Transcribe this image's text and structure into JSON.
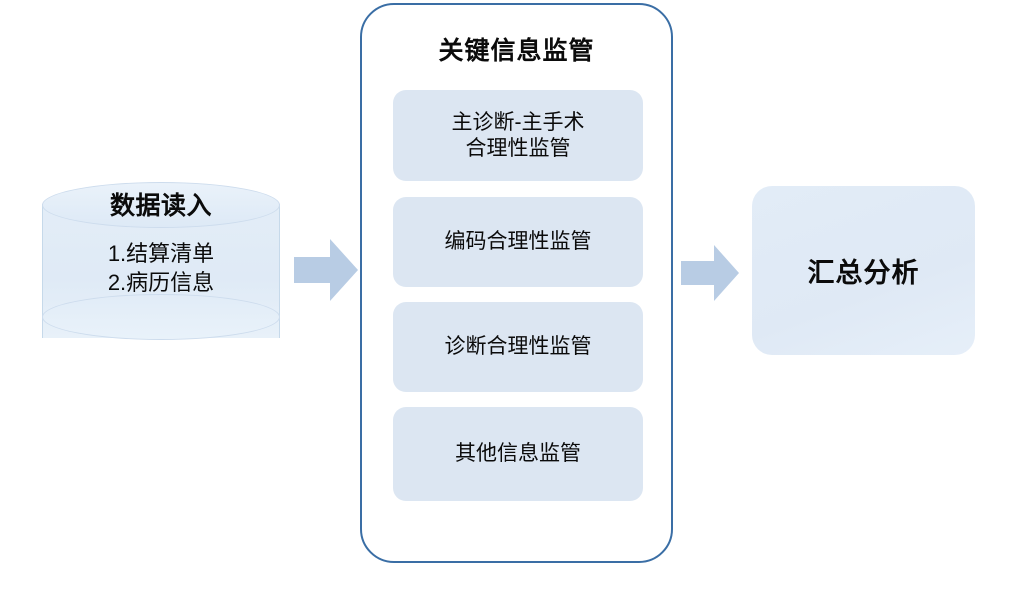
{
  "diagram": {
    "type": "flowchart",
    "colors": {
      "panel_border": "#3a6ea5",
      "item_fill": "#dce6f2",
      "cylinder_fill": "#e3edf7",
      "arrow_fill": "#b8cce4",
      "summary_fill": "#e2ecf7",
      "text": "#0b0b0b",
      "background": "#ffffff"
    },
    "source": {
      "shape": "cylinder",
      "title": "数据读入",
      "lines": [
        "1.结算清单",
        "2.病历信息"
      ]
    },
    "arrows": [
      {
        "name": "arrow-source-to-panel",
        "direction": "right"
      },
      {
        "name": "arrow-panel-to-summary",
        "direction": "right"
      }
    ],
    "panel": {
      "title": "关键信息监管",
      "items": [
        {
          "label": "主诊断-主手术\n合理性监管",
          "line1": "主诊断-主手术",
          "line2": "合理性监管"
        },
        {
          "label": "编码合理性监管"
        },
        {
          "label": "诊断合理性监管"
        },
        {
          "label": "其他信息监管"
        }
      ]
    },
    "summary": {
      "label": "汇总分析"
    }
  }
}
